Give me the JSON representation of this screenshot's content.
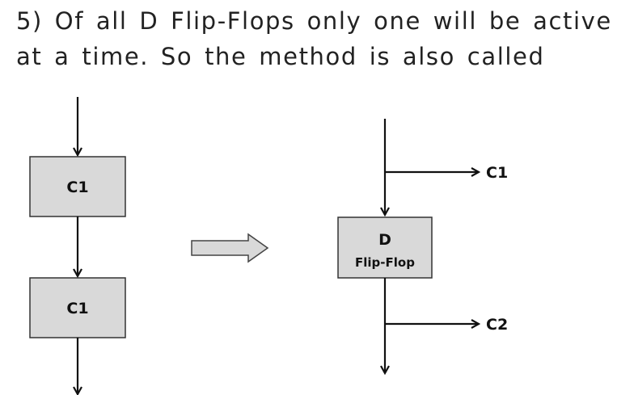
{
  "text": {
    "line1": "5) Of all D Flip-Flops only one will be active",
    "line2": "at a time. So the method is also called"
  },
  "left_diagram": {
    "box_top": "C1",
    "box_bottom": "C1"
  },
  "right_diagram": {
    "box_title": "D",
    "box_subtitle": "Flip-Flop",
    "output_top": "C1",
    "output_bottom": "C2"
  },
  "colors": {
    "box_fill": "#d9d9d9",
    "stroke": "#111111",
    "text": "#222222"
  }
}
